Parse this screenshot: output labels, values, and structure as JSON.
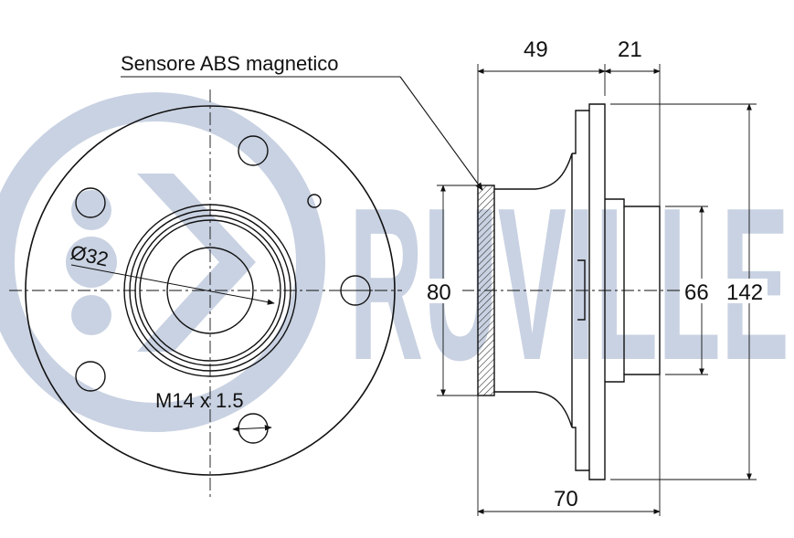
{
  "watermark": {
    "text": "RUVILLE",
    "color": "#c9d2e2"
  },
  "callout": {
    "text": "Sensore ABS magnetico"
  },
  "front_view": {
    "bore_label": "Ø32",
    "thread_label": "M14 x 1.5"
  },
  "dimensions": {
    "top_left": "49",
    "top_right": "21",
    "sensor_dia": "80",
    "spigot_dia": "66",
    "flange_dia": "142",
    "overall_width": "70"
  },
  "colors": {
    "line": "#111111",
    "hatch": "#333333"
  }
}
